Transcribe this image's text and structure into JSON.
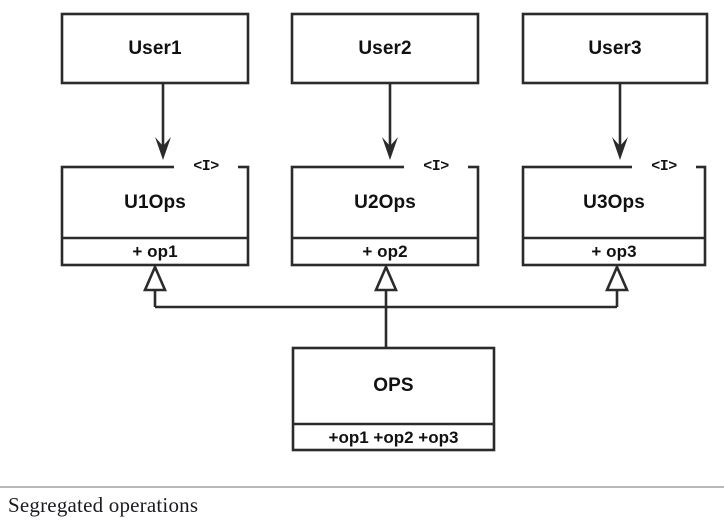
{
  "figure": {
    "caption": "Segregated operations",
    "stereotype_label": "<I>",
    "colors": {
      "stroke": "#2b2b2b",
      "fill": "#ffffff",
      "text": "#111111",
      "rule": "#b9b9bb",
      "caption_text": "#1b1b1f"
    },
    "actors": [
      {
        "name": "User1"
      },
      {
        "name": "User2"
      },
      {
        "name": "User3"
      }
    ],
    "interfaces": [
      {
        "name": "U1Ops",
        "stereotype": "<I>",
        "operation": "+ op1"
      },
      {
        "name": "U2Ops",
        "stereotype": "<I>",
        "operation": "+ op2"
      },
      {
        "name": "U3Ops",
        "stereotype": "<I>",
        "operation": "+ op3"
      }
    ],
    "implementation": {
      "name": "OPS",
      "operations": "+op1 +op2 +op3"
    },
    "relations": {
      "actor_to_interface": "dependency-arrow",
      "implementation_to_interface": "realization-hollow-triangle"
    }
  }
}
